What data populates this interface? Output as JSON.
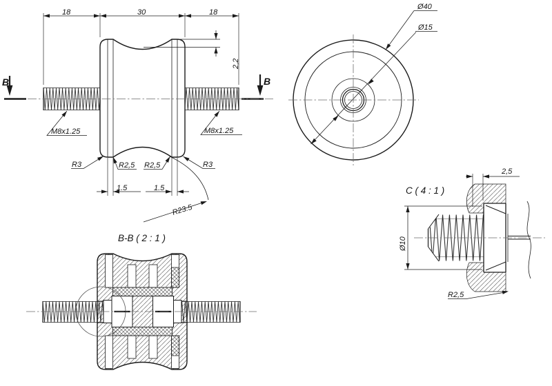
{
  "front_view": {
    "dim_left": "18",
    "dim_mid": "30",
    "dim_right": "18",
    "dim_groove_depth": "2,2",
    "thread_left": "M8x1.25",
    "thread_right": "M8x1.25",
    "radius_left_outer": "R3",
    "radius_left_inner": "R2,5",
    "radius_right_inner": "R2,5",
    "radius_right_outer": "R3",
    "dim_slot_left": "1.5",
    "dim_slot_right": "1.5",
    "groove_radius": "R23.5",
    "cut_label_left": "B",
    "cut_label_right": "B"
  },
  "side_view": {
    "dia_outer": "Ø40",
    "dia_hub": "Ø15"
  },
  "section_view": {
    "title": "B-B ( 2 : 1 )"
  },
  "detail_view": {
    "title": "C ( 4 : 1 )",
    "dim_flange": "2,5",
    "dia_stud": "Ø10",
    "radius_fillet": "R2,5"
  }
}
